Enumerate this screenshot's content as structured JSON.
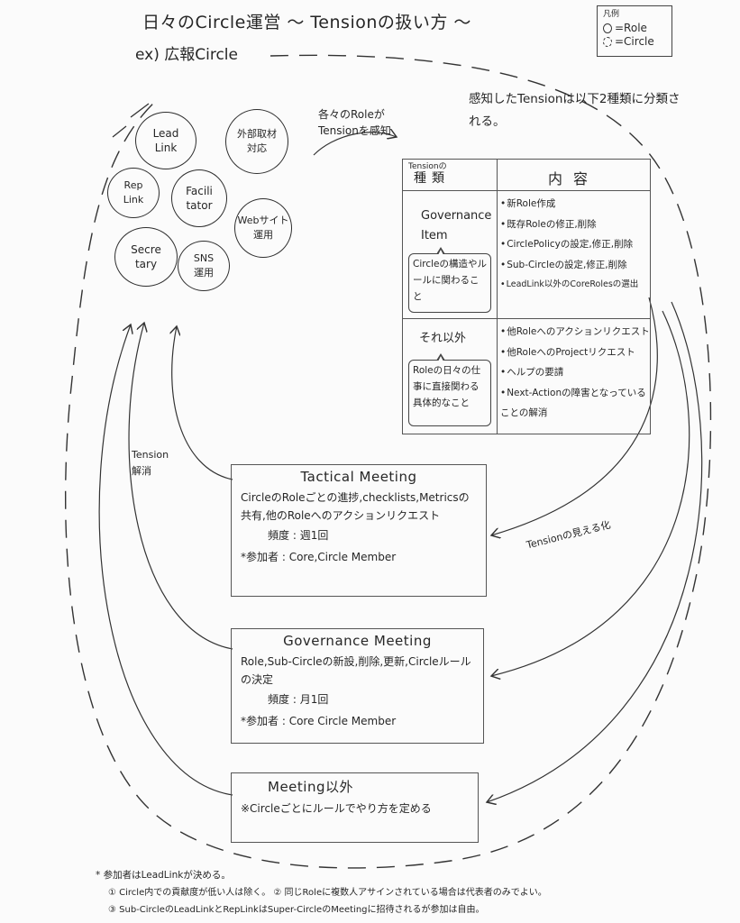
{
  "header": {
    "title": "日々のCircle運営 ～ Tensionの扱い方 ～",
    "subtitle": "ex) 広報Circle"
  },
  "legend": {
    "title": "凡例",
    "items": [
      {
        "symbol": "solid-circle",
        "label": "=Role"
      },
      {
        "symbol": "dashed-circle",
        "label": "=Circle"
      }
    ]
  },
  "circle": {
    "name": "広報Circle",
    "roles": [
      {
        "id": "lead-link",
        "label": "Lead\nLink"
      },
      {
        "id": "external-press",
        "label": "外部取材\n対応"
      },
      {
        "id": "rep-link",
        "label": "Rep\nLink"
      },
      {
        "id": "facilitator",
        "label": "Facili\ntator"
      },
      {
        "id": "web-site",
        "label": "Webサイト\n運用"
      },
      {
        "id": "secretary",
        "label": "Secre\ntary"
      },
      {
        "id": "sns",
        "label": "SNS\n運用"
      }
    ]
  },
  "annotations": {
    "sense": "各々のRoleが\nTensionを感知",
    "classify": "感知したTensionは以下2種類に分類される。",
    "visualize": "Tensionの見える化",
    "resolve": "Tension\n解消"
  },
  "tension_table": {
    "header_type_small": "Tensionの",
    "header_type": "種類",
    "header_content": "内容",
    "rows": [
      {
        "type": "Governance Item",
        "note": "Circleの構造やルールに関わること",
        "items": [
          "新Role作成",
          "既存Roleの修正,削除",
          "CirclePolicyの設定,修正,削除",
          "Sub-Circleの設定,修正,削除",
          "LeadLink以外のCoreRolesの選出"
        ]
      },
      {
        "type": "それ以外",
        "note": "Roleの日々の仕事に直接関わる具体的なこと",
        "items": [
          "他Roleへのアクションリクエスト",
          "他RoleへのProjectリクエスト",
          "ヘルプの要請",
          "Next-Actionの障害となっていることの解消"
        ]
      }
    ]
  },
  "meetings": [
    {
      "title": "Tactical Meeting",
      "description": "CircleのRoleごとの進捗,checklists,Metricsの共有,他のRoleへのアクションリクエスト",
      "frequency_label": "頻度",
      "frequency": "週1回",
      "participants_label": "*参加者",
      "participants": "Core,Circle Member"
    },
    {
      "title": "Governance Meeting",
      "description": "Role,Sub-Circleの新設,削除,更新,Circleルールの決定",
      "frequency_label": "頻度",
      "frequency": "月1回",
      "participants_label": "*参加者",
      "participants": "Core Circle Member"
    },
    {
      "title": "Meeting以外",
      "description": "※Circleごとにルールでやり方を定める"
    }
  ],
  "footnotes": {
    "main": "* 参加者はLeadLinkが決める。",
    "line2": "① Circle内での貢献度が低い人は除く。 ② 同じRoleに複数人アサインされている場合は代表者のみでよい。",
    "line3": "③ Sub-CircleのLeadLinkとRepLinkはSuper-CircleのMeetingに招待されるが参加は自由。"
  },
  "colors": {
    "paper": "#fbfbfb",
    "ink": "#262626",
    "line": "#555555"
  }
}
